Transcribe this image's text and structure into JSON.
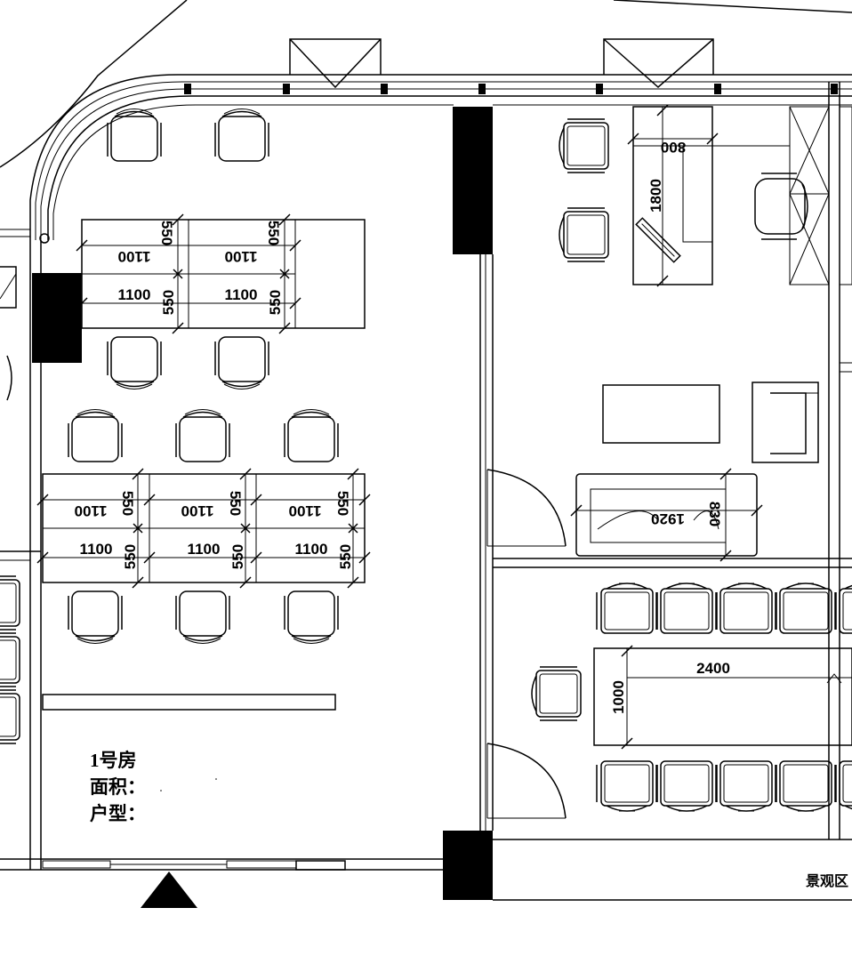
{
  "room": {
    "name": "1号房",
    "area_label": "面积：",
    "type_label": "户型："
  },
  "zone_label": "景观区",
  "dimensions": {
    "desk_width": "1100",
    "desk_depth": "550",
    "office_desk_length": "1800",
    "office_desk_depth": "800",
    "sofa_length": "1920",
    "sofa_depth": "830",
    "meeting_table_length": "2400",
    "meeting_table_width": "1000"
  }
}
